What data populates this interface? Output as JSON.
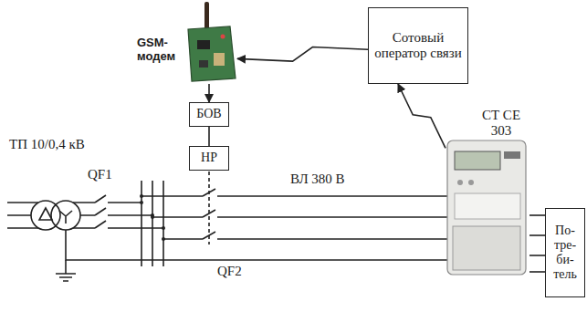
{
  "diagram": {
    "nodes": [
      {
        "text": [
          "GSM- модем"
        ]
      },
      {
        "text": [
          "Сотовый оператор связи"
        ]
      },
      {
        "text": [
          "БОВ"
        ]
      },
      {
        "text": [
          "НР"
        ]
      },
      {
        "text": [
          "СТ СЕ 303"
        ]
      },
      {
        "text": [
          "По- тре- би- тель"
        ]
      }
    ],
    "edges": [
      {
        "from": 1,
        "to": 0,
        "arrow": "to"
      },
      {
        "from": 0,
        "to": 2,
        "arrow": "to"
      },
      {
        "from": 2,
        "to": 3,
        "arrow": "none"
      },
      {
        "from": 4,
        "to": 1,
        "arrow": "to"
      },
      {
        "from": 4,
        "to": 5,
        "arrow": "none"
      },
      {
        "from": 4,
        "to": 5,
        "arrow": "none"
      },
      {
        "from": 4,
        "to": 5,
        "arrow": "none"
      },
      {
        "from": 4,
        "to": 5,
        "arrow": "none"
      }
    ],
    "labels": [
      "ТП 10/0,4 кВ",
      "QF1",
      "ВЛ 380 В",
      "QF2"
    ]
  }
}
